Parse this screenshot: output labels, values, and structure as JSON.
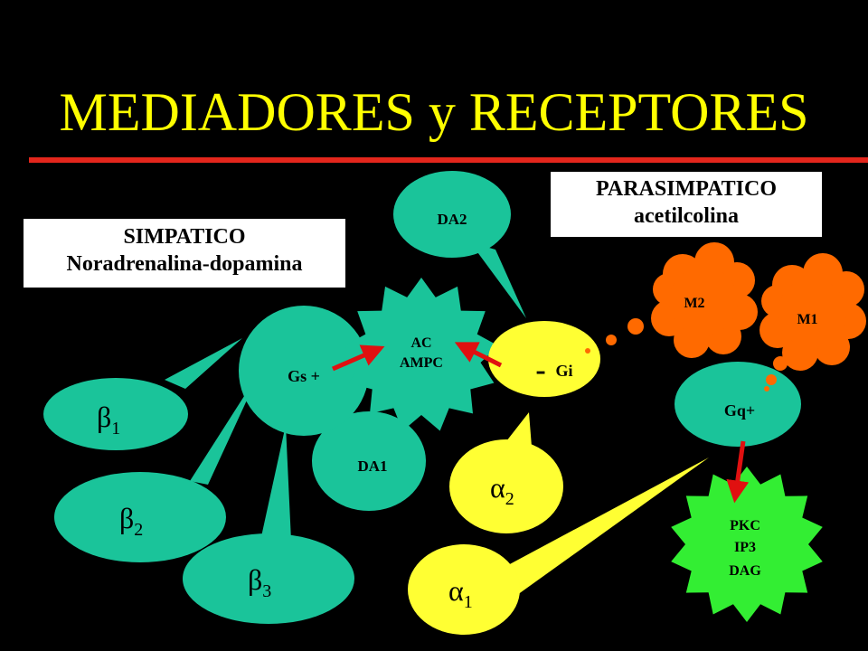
{
  "title": "MEDIADORES y RECEPTORES",
  "colors": {
    "background": "#000000",
    "title": "#ffff00",
    "rule": "#e3261c",
    "teal": "#1ac49a",
    "yellow": "#ffff33",
    "green": "#33ee33",
    "orange": "#ff6a00",
    "red_arrow": "#e01010"
  },
  "simpatico": {
    "line1": "SIMPATICO",
    "line2": "Noradrenalina-dopamina"
  },
  "parasimpatico": {
    "line1": "PARASIMPATICO",
    "line2": "acetilcolina"
  },
  "nodes": {
    "da2": "DA2",
    "gs": "Gs +",
    "da1": "DA1",
    "ac": "AC",
    "ampc": "AMPC",
    "gi_minus": "-",
    "gi": "Gi",
    "m2": "M2",
    "m1": "M1",
    "gq": "Gq+",
    "pkc": "PKC",
    "ip3": "IP3",
    "dag": "DAG"
  },
  "receptors": {
    "beta_symbol": "β",
    "alpha_symbol": "α",
    "b1": "1",
    "b2": "2",
    "b3": "3",
    "a1": "1",
    "a2": "2"
  }
}
